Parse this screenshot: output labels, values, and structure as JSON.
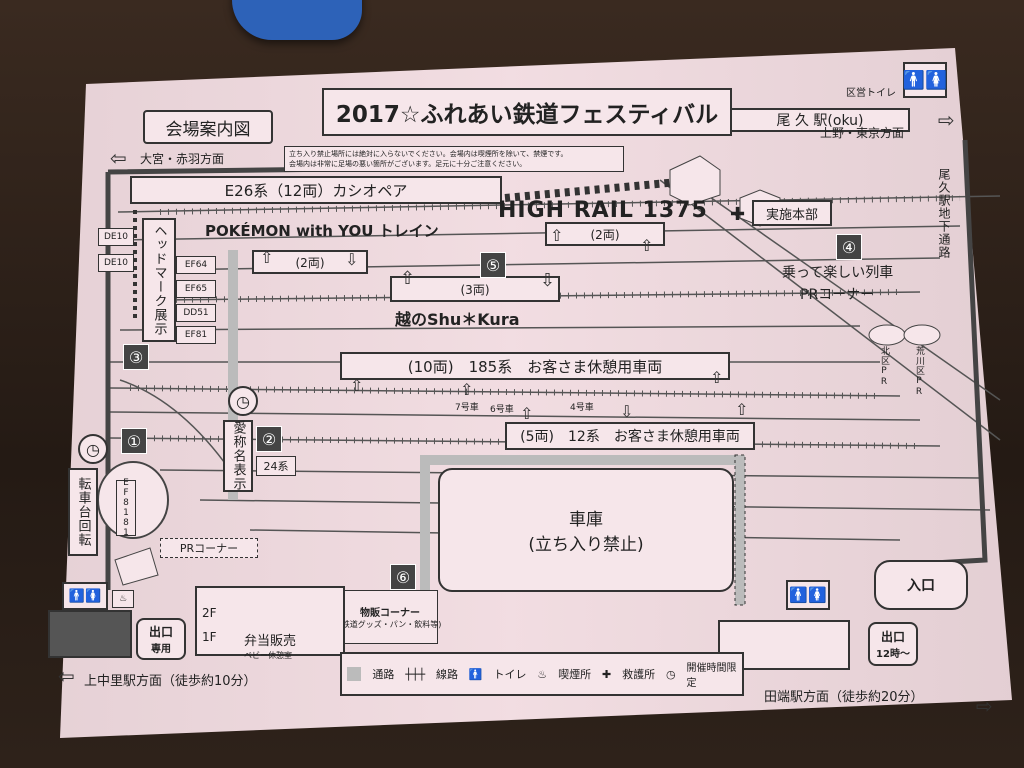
{
  "header": {
    "guide_label": "会場案内図",
    "title": "2017☆ふれあい鉄道フェスティバル",
    "restroom_label": "区営トイレ",
    "station_label": "尾 久 駅(oku)",
    "dir_ueno": "上野・東京方面",
    "dir_omiya": "大宮・赤羽方面",
    "notice_line1": "立ち入り禁止場所には絶対に入らないでください。会場内は喫煙所を除いて、禁煙です。",
    "notice_line2": "会場内は非常に足場の悪い箇所がございます。足元に十分ご注意ください。"
  },
  "trains": {
    "e26": "E26系（12両）カシオペア",
    "highrail": "HIGH RAIL 1375",
    "highrail_cars": "(2両)",
    "pokemon": "POKÉMON with YOU トレイン",
    "pokemon_cars": "(2両)",
    "shukura_cars": "(3両)",
    "shukura": "越のShu＊Kura",
    "rest185": "(10両)　185系　お客さま休憩用車両",
    "rest12": "(5両)　12系　お客さま休憩用車両",
    "car7": "7号車",
    "car6": "6号車",
    "car4": "4号車",
    "door": "入口",
    "exit_small": "出口"
  },
  "locomotives": [
    "DE10",
    "DE10",
    "EF64",
    "EF65",
    "DD51",
    "EF81",
    "EF8181",
    "24系"
  ],
  "spots": {
    "headmark": "ヘッドマーク展示",
    "honbu": "実施本部",
    "ride_train": "乗って楽しい列車",
    "pr_corner": "PRコーナー",
    "kitaku_pr": "北区PR",
    "arakawa_pr": "荒川区PR",
    "aisho": "愛称名表示",
    "turntable": "転車台回転",
    "pr_corner2": "PRコーナー",
    "garage": "車庫",
    "garage_note": "(立ち入り禁止)",
    "shop_title": "物販コーナー",
    "shop_items": "(鉄道グッズ・パン・飲料等)",
    "floor2": "2F",
    "floor1": "1F",
    "bento": "弁当販売",
    "baby": "ベビー休憩室",
    "exit_only": "出口",
    "exit_only_sub": "専用",
    "entrance": "入口",
    "exit_right": "出口",
    "exit_right_sub": "12時～",
    "underpass": "尾久駅地下通路"
  },
  "markers": [
    "③",
    "①",
    "②",
    "④",
    "⑤",
    "⑥"
  ],
  "legend": {
    "road": "通路",
    "track": "線路",
    "toilet": "トイレ",
    "smoking": "喫煙所",
    "first_aid": "救護所",
    "hours": "開催時間限定"
  },
  "footer": {
    "left": "上中里駅方面（徒歩約10分）",
    "right": "田端駅方面（徒歩約20分）"
  },
  "colors": {
    "paper": "#f1dbe0",
    "ink": "#222222",
    "marker_bg": "#444444"
  }
}
